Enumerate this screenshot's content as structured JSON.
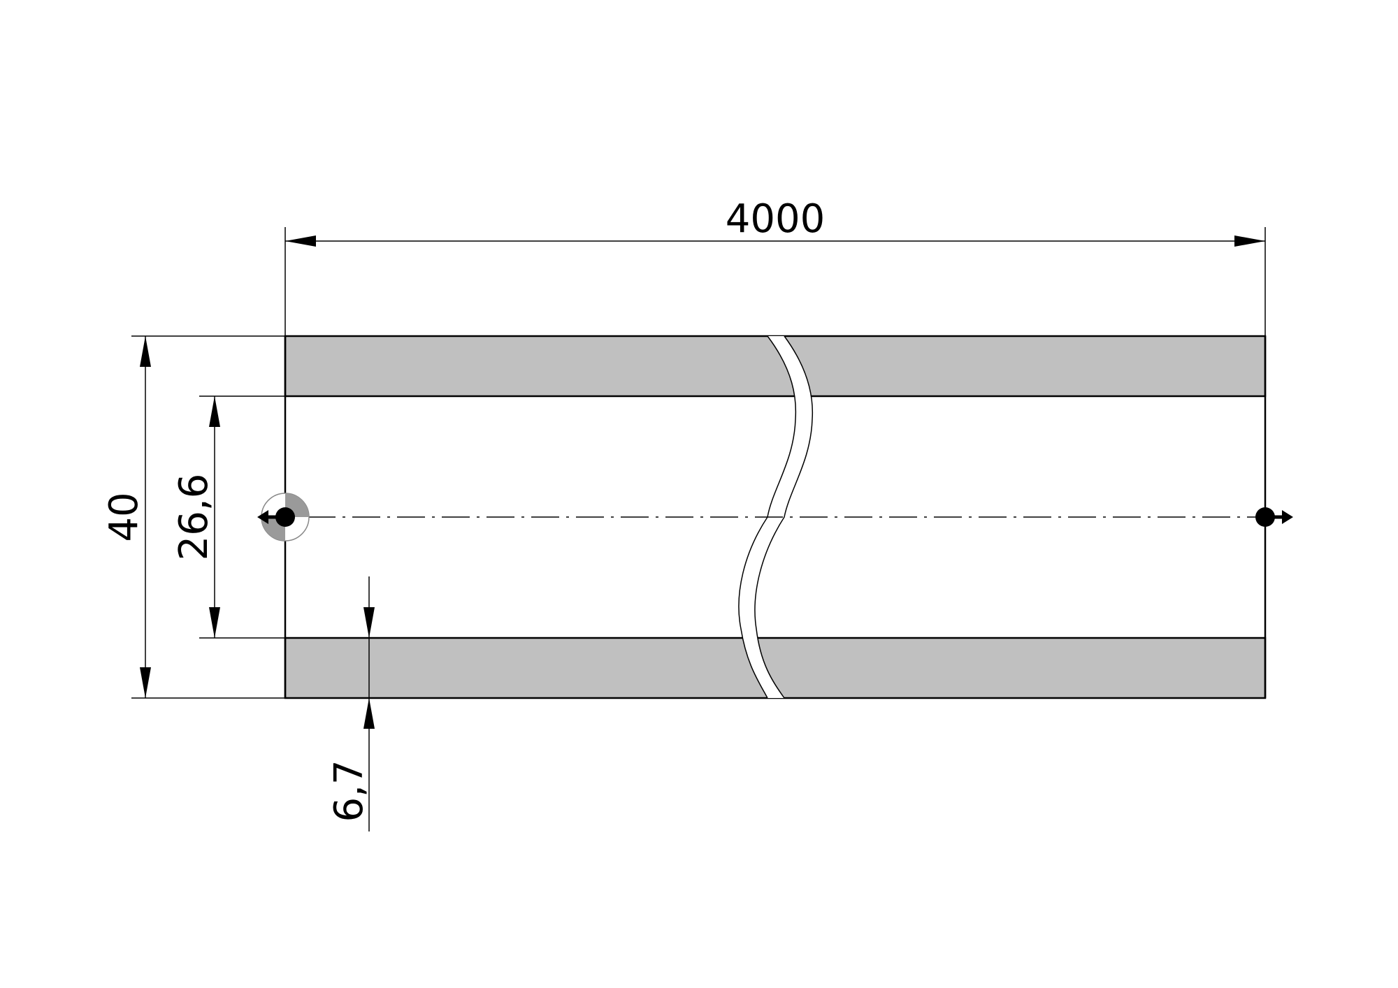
{
  "dimensions": {
    "length": "4000",
    "outer_diameter": "40",
    "inner_diameter": "26,6",
    "wall_thickness": "6,7"
  },
  "colors": {
    "wall_fill": "#c0c0c0",
    "line": "#000000",
    "background": "#ffffff",
    "axis_marker": "#9a9a9a"
  }
}
